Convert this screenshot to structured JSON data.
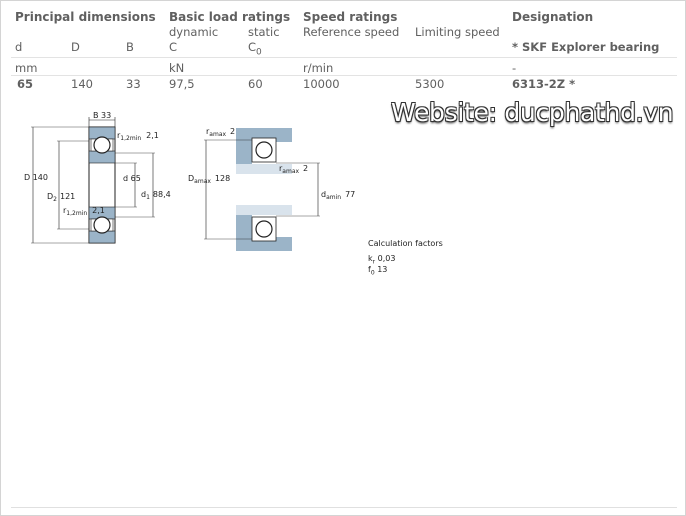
{
  "header": {
    "principal": "Principal dimensions",
    "basic_load": "Basic load ratings",
    "speed": "Speed ratings",
    "designation": "Designation",
    "dynamic": "dynamic",
    "static": "static",
    "reference_speed": "Reference speed",
    "limiting_speed": "Limiting speed",
    "explorer": "* SKF Explorer bearing"
  },
  "symbols": {
    "d": "d",
    "D": "D",
    "B": "B",
    "C": "C",
    "C0": "C",
    "C0_sub": "0"
  },
  "units": {
    "mm": "mm",
    "kN": "kN",
    "rpm": "r/min",
    "dash": "-"
  },
  "row": {
    "d": "65",
    "D": "140",
    "B": "33",
    "C": "97,5",
    "C0": "60",
    "ref_speed": "10000",
    "lim_speed": "5300",
    "designation": "6313-2Z *"
  },
  "drawing_left": {
    "B": "B",
    "B_val": "33",
    "r12min": "r",
    "r12min_sub": "1,2min",
    "r_val_top": "2,1",
    "D": "D",
    "D_val": "140",
    "D2": "D",
    "D2_sub": "2",
    "D2_val": "121",
    "d": "d",
    "d_val": "65",
    "d1": "d",
    "d1_sub": "1",
    "d1_val": "88,4",
    "r_val_bottom": "2,1"
  },
  "drawing_right": {
    "ra_top": "r",
    "ra_top_sub": "amax",
    "ra_top_val": "2",
    "ra_mid": "r",
    "ra_mid_sub": "amax",
    "ra_mid_val": "2",
    "Da": "D",
    "Da_sub": "amax",
    "Da_val": "128",
    "da": "d",
    "da_sub": "amin",
    "da_val": "77"
  },
  "calc": {
    "title": "Calculation factors",
    "kr": "k",
    "kr_sub": "r",
    "kr_val": "0,03",
    "f0": "f",
    "f0_sub": "0",
    "f0_val": "13"
  },
  "watermark": "Website: ducphathd.vn",
  "colors": {
    "shaft": "#9bb4c8",
    "ball_bg": "#ffffff",
    "text": "#606060"
  }
}
